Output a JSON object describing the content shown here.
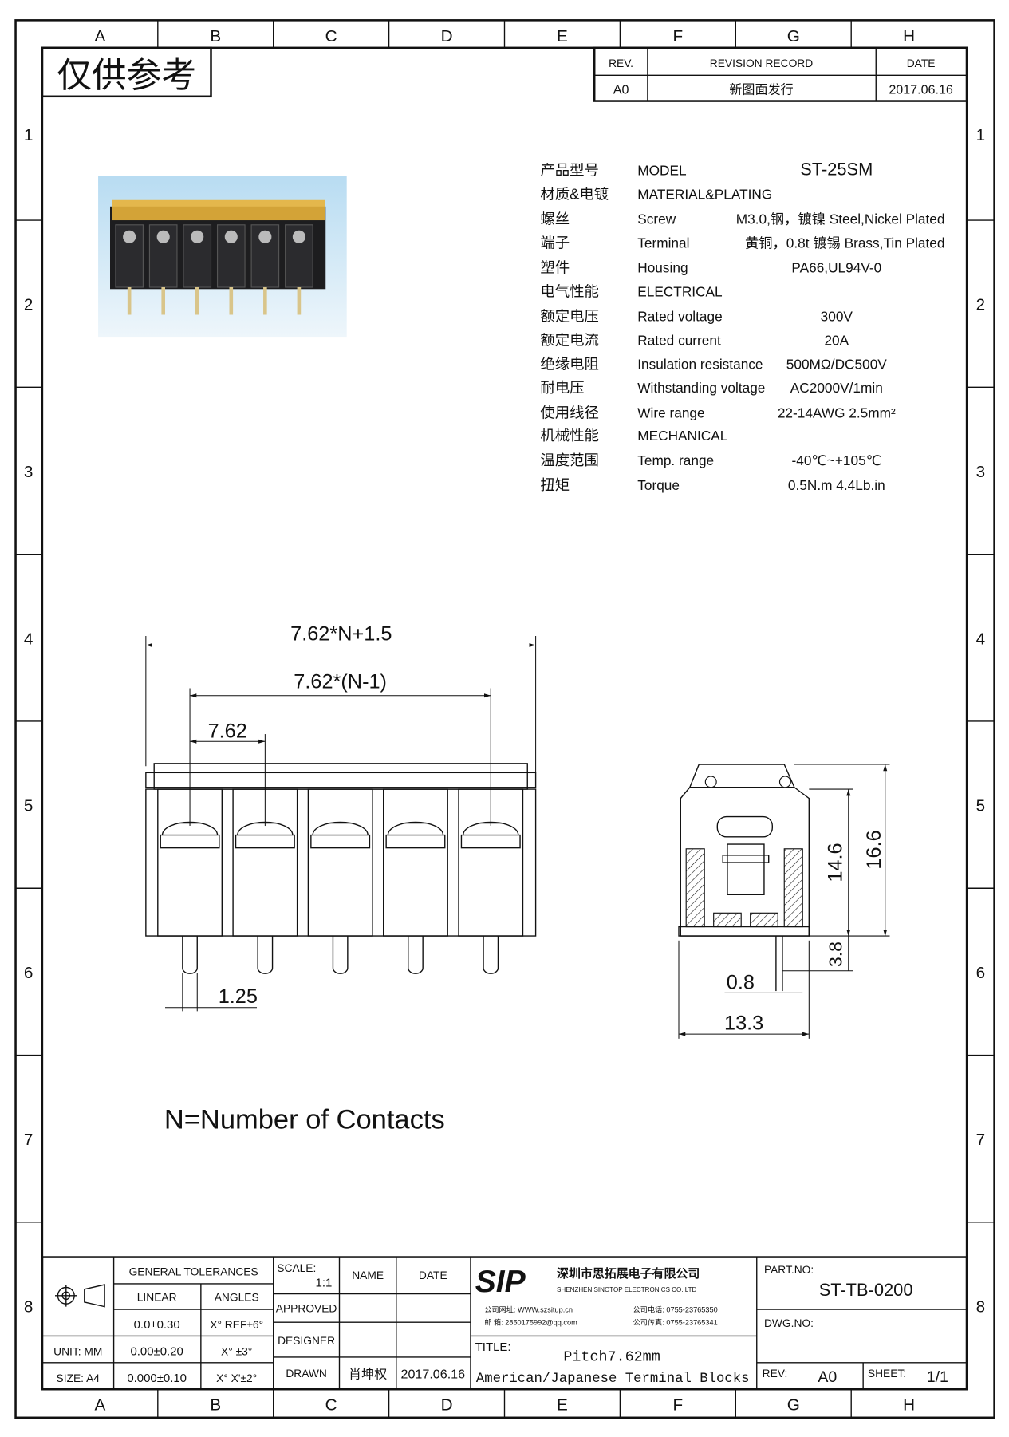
{
  "frame": {
    "columns": [
      "A",
      "B",
      "C",
      "D",
      "E",
      "F",
      "G",
      "H"
    ],
    "rows": [
      "1",
      "2",
      "3",
      "4",
      "5",
      "6",
      "7",
      "8"
    ]
  },
  "stamp": "仅供参考",
  "revision": {
    "headers": [
      "REV.",
      "REVISION RECORD",
      "DATE"
    ],
    "row": [
      "A0",
      "新图面发行",
      "2017.06.16"
    ]
  },
  "specs": [
    {
      "cn": "产品型号",
      "en": "MODEL",
      "value": "ST-25SM"
    },
    {
      "cn": "材质&电镀",
      "en": "MATERIAL&PLATING",
      "value": ""
    },
    {
      "cn": "螺丝",
      "en": "Screw",
      "value": "M3.0,钢，镀镍 Steel,Nickel Plated"
    },
    {
      "cn": "端子",
      "en": "Terminal",
      "value": "黄铜，0.8t 镀锡 Brass,Tin Plated"
    },
    {
      "cn": "塑件",
      "en": "Housing",
      "value": "PA66,UL94V-0"
    },
    {
      "cn": "电气性能",
      "en": "ELECTRICAL",
      "value": ""
    },
    {
      "cn": "额定电压",
      "en": "Rated voltage",
      "value": "300V"
    },
    {
      "cn": "额定电流",
      "en": "Rated current",
      "value": "20A"
    },
    {
      "cn": "绝缘电阻",
      "en": "Insulation resistance",
      "value": "500MΩ/DC500V"
    },
    {
      "cn": "耐电压",
      "en": "Withstanding voltage",
      "value": "AC2000V/1min"
    },
    {
      "cn": "使用线径",
      "en": "Wire range",
      "value": "22-14AWG 2.5mm²"
    },
    {
      "cn": "机械性能",
      "en": "MECHANICAL",
      "value": ""
    },
    {
      "cn": "温度范围",
      "en": "Temp. range",
      "value": "-40℃~+105℃"
    },
    {
      "cn": "扭矩",
      "en": "Torque",
      "value": "0.5N.m  4.4Lb.in"
    }
  ],
  "dimensions": {
    "overall": "7.62*N+1.5",
    "span": "7.62*(N-1)",
    "pitch": "7.62",
    "pin": "1.25",
    "height_body": "14.6",
    "height_total": "16.6",
    "pin_length": "3.8",
    "pin_width": "0.8",
    "depth": "13.3"
  },
  "note": "N=Number of Contacts",
  "titleblock": {
    "general_tolerances": "GENERAL TOLERANCES",
    "linear": "LINEAR",
    "angles": "ANGLES",
    "tol_rows": [
      {
        "label": "",
        "linear": "0.0±0.30",
        "angle": "X° REF±6°"
      },
      {
        "label": "UNIT: MM",
        "linear": "0.00±0.20",
        "angle": "X° ±3°"
      },
      {
        "label": "SIZE: A4",
        "linear": "0.000±0.10",
        "angle": "X° X'±2°"
      }
    ],
    "scale_label": "SCALE:",
    "scale": "1:1",
    "name": "NAME",
    "date": "DATE",
    "approved": "APPROVED",
    "designer": "DESIGNER",
    "drawn": "DRAWN",
    "drawn_name": "肖坤权",
    "drawn_date": "2017.06.16",
    "company_cn": "深圳市思拓展电子有限公司",
    "company_en": "SHENZHEN SINOTOP ELECTRONICS CO.,LTD",
    "logo": "SIP",
    "contact": [
      "公司网址: WWW.szsitup.cn",
      "邮    箱: 2850175992@qq.com",
      "公司电话: 0755-23765350",
      "公司传真: 0755-23765341"
    ],
    "title_label": "TITLE:",
    "title1": "Pitch7.62mm",
    "title2": "American/Japanese Terminal Blocks",
    "part_no_label": "PART.NO:",
    "part_no": "ST-TB-0200",
    "dwg_no_label": "DWG.NO:",
    "rev_label": "REV:",
    "rev": "A0",
    "sheet_label": "SHEET:",
    "sheet": "1/1"
  },
  "colors": {
    "logo": "#2f8fe0",
    "photo_bg": "#cfe6f5",
    "cover": "#e8b23a"
  }
}
